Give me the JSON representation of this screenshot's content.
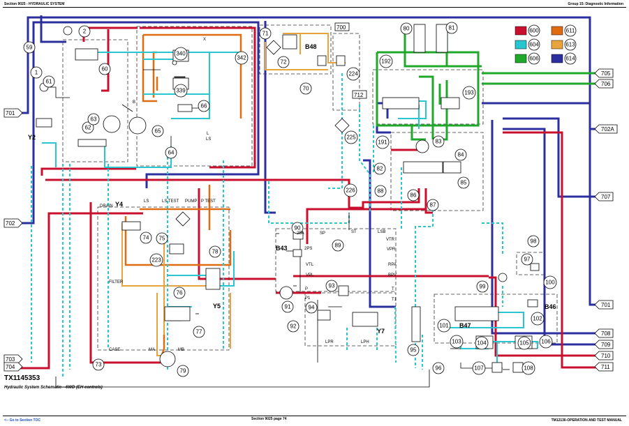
{
  "header": {
    "left": "Section 9025 - HYDRAULIC SYSTEM",
    "right": "Group 15: Diagnostic Information"
  },
  "footer": {
    "left": "<-- Go to Section TOC",
    "center": "Section 9025 page 74",
    "right": "TM12136-OPERATION AND TEST MANUAL"
  },
  "figure": {
    "id": "TX1145353",
    "caption": "Hydraulic System Schematic—6WD (EH controls)"
  },
  "legend": [
    {
      "code": "600",
      "color": "#c8102e"
    },
    {
      "code": "611",
      "color": "#e06c12"
    },
    {
      "code": "604",
      "color": "#27c6d0"
    },
    {
      "code": "613",
      "color": "#e8a33a"
    },
    {
      "code": "606",
      "color": "#1fa82a"
    },
    {
      "code": "614",
      "color": "#2b2f9e"
    }
  ],
  "colors": {
    "pressure": "#c8102e",
    "return": "#e06c12",
    "cyan": "#27c6d0",
    "tan": "#e8a33a",
    "green": "#1fa82a",
    "navy": "#2b2f9e",
    "dark_red": "#8e1030"
  },
  "callouts": [
    "1",
    "2",
    "59",
    "60",
    "61",
    "62",
    "63",
    "64",
    "65",
    "66",
    "70",
    "71",
    "72",
    "73",
    "74",
    "75",
    "76",
    "77",
    "78",
    "79",
    "80",
    "81",
    "82",
    "83",
    "84",
    "85",
    "86",
    "87",
    "88",
    "89",
    "90",
    "91",
    "92",
    "93",
    "94",
    "95",
    "96",
    "97",
    "98",
    "99",
    "100",
    "101",
    "102",
    "103",
    "104",
    "105",
    "106",
    "107",
    "108",
    "191",
    "192",
    "193",
    "223",
    "224",
    "225",
    "226",
    "339",
    "340",
    "342"
  ],
  "line_tags_left": [
    "701",
    "702",
    "703",
    "704"
  ],
  "line_tags_right": [
    "705",
    "706",
    "702A",
    "707",
    "701",
    "708",
    "709",
    "710",
    "711"
  ],
  "line_tags_top": [
    "700",
    "712"
  ],
  "component_labels": {
    "y2": "Y2",
    "y4": "Y4",
    "y5": "Y5",
    "y7": "Y7",
    "b43": "B43",
    "b46": "B46",
    "b47": "B47",
    "b48": "B48"
  },
  "port_labels": {
    "drain": "DRAIN",
    "ls": "LS",
    "ls_test": "LS TEST",
    "pump": "PUMP",
    "p_test": "P TEST",
    "filter": "FILTER",
    "case": "CASE",
    "ma": "MA",
    "mb": "MB",
    "sa25": "25A",
    "sp": "SP",
    "st": "ST",
    "lsb": "LSB",
    "ps2": "2PS",
    "vtr": "VTR",
    "vpr": "VPR",
    "vtl": "VTL",
    "rpa": "RPA",
    "vpl": "VPL",
    "bpv": "BPV",
    "p": "P",
    "p1": "P1",
    "t": "T",
    "t1": "T1",
    "lpr": "LPR",
    "lph": "LPH",
    "b": "B",
    "x": "X",
    "l": "L",
    "ls2": "LS"
  }
}
